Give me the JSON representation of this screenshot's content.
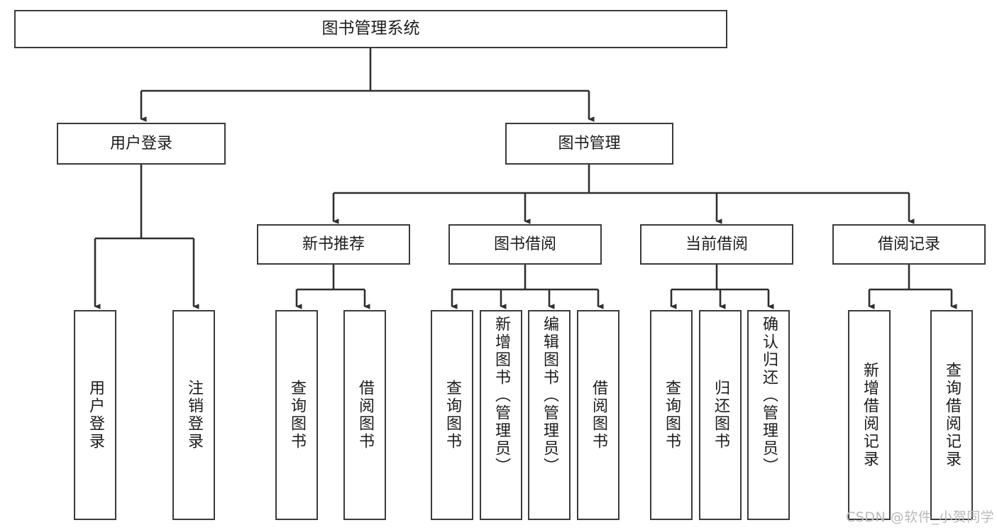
{
  "diagram": {
    "title": "图书管理系统",
    "type": "tree-hierarchy",
    "root": {
      "label": "图书管理系统"
    },
    "level2": [
      {
        "label": "用户登录"
      },
      {
        "label": "图书管理"
      }
    ],
    "level3": [
      {
        "label": "新书推荐"
      },
      {
        "label": "图书借阅"
      },
      {
        "label": "当前借阅"
      },
      {
        "label": "借阅记录"
      }
    ],
    "leaves": {
      "user_login": [
        {
          "label": "用户登录"
        },
        {
          "label": "注销登录"
        }
      ],
      "new_book_recommend": [
        {
          "label": "查询图书"
        },
        {
          "label": "借阅图书"
        }
      ],
      "book_borrow": [
        {
          "label": "查询图书"
        },
        {
          "label": "新增图书（管理员）"
        },
        {
          "label": "编辑图书（管理员）"
        },
        {
          "label": "借阅图书"
        }
      ],
      "current_borrow": [
        {
          "label": "查询图书"
        },
        {
          "label": "归还图书"
        },
        {
          "label": "确认归还（管理员）"
        }
      ],
      "borrow_record": [
        {
          "label": "新增借阅记录"
        },
        {
          "label": "查询借阅记录"
        }
      ]
    }
  },
  "watermark": {
    "text": "CSDN @软件_小贺同学"
  },
  "colors": {
    "border": "#3b3b3b",
    "background": "#ffffff",
    "text": "#1c1c1c",
    "watermark": "#b9b9b9"
  }
}
